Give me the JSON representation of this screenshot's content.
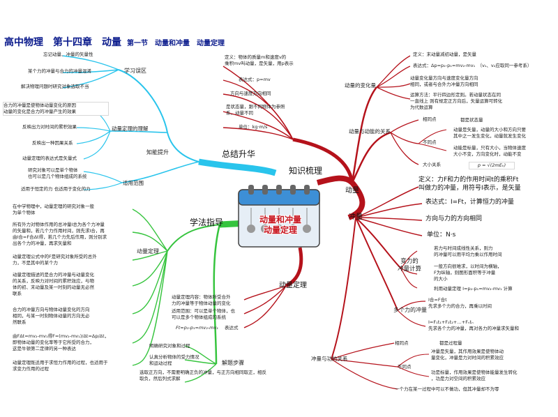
{
  "title": {
    "main": "高中物理　第十四章　动量",
    "sub": "第一节　动量和冲量　动量定理"
  },
  "center": {
    "line1": "动量和冲量",
    "line2": "动量定理"
  },
  "hubs": {
    "summary": "总结升华",
    "knowledge": "知识梳理",
    "method": "学法指导",
    "momentum": "动量",
    "impulse": "冲量",
    "theorem": "动量定理"
  },
  "summary": {
    "study": {
      "label": "学习误区",
      "items": [
        "忘记动量、冲量的矢量性",
        "某个力的冲量与合力的冲量混淆",
        "解决物理问题时研究对象选取不当"
      ]
    },
    "ability": {
      "label": "知能提升"
    },
    "understanding": {
      "label": "动量定理的理解",
      "items": [
        "合力的冲量是使物体动量变化的原因\n动量的变化是合力的冲量产生的效果",
        "反映出力对时间的累积效果",
        "反映出一种因果关系",
        "动量定理的表达式是矢量式"
      ]
    },
    "scope": {
      "label": "适用范围",
      "items": [
        "研究对象可以是单个物体\n也可以是几个物体组成的系统",
        "适用于恒定的力 也适用于变化的力"
      ]
    }
  },
  "momentum": {
    "def": "定义：物体的质量m和速度v的\n乘积mv叫动量，是矢量，用p表示",
    "expr": "表达式：p=mv",
    "dir": "方向与速度方向相同",
    "state": "是状态量，跟不同物体为参照\n系，动量不同",
    "unit": "单位：kg·m/s",
    "change": {
      "label": "动量的变化量",
      "def": "定义：末动量减初动量，是矢量",
      "expr": "表达式：Δp=p₂-p₁=mv₂-mv₁　（v₁、v₂应取同一参考系）",
      "dir": "动量变化量方向与速度变化量方向\n相同，或者与合外力冲量方向相同",
      "rule": "运算方法：平行四边形定则。若动量状态在同\n一直线上 则有规定正方向后，矢量运算可转化\n为代数运算"
    },
    "relation": {
      "label": "动量与动能的关系",
      "same": "相同点",
      "same_item": "都是状态量",
      "diff": "不同点",
      "diff_items": [
        "动量是矢量，动量的大小和方向只要\n其中之一发生变化，动量就发生变化",
        "动能是标量，只有大小，当物体速度\n大小不变，方向变化时，动能不变"
      ],
      "size": "大小关系",
      "formula": "p = √(2mEₖ)"
    }
  },
  "impulse": {
    "def": "定义：力F和力的作用时间t的乘积Ft\n叫做力的冲量，用符号I表示，是矢量",
    "expr": "表达式：I=Ft，计算恒力的冲量",
    "dir": "方向与力的方向相同",
    "unit": "单位：N·s",
    "calc": {
      "label": "变力的\n冲量计算",
      "items": [
        "若力与时间成线性关系，则力\n的冲量可以用平均力乘以作用时间",
        "一般方向很难求，以时间为横轴，\nF为纵轴，则图形面积等于冲量\n的大小",
        "利用动量定理 I=p₂-p₁=mv₂-mv₁ 计算"
      ]
    },
    "multi": {
      "label": "多个力的冲量",
      "items": [
        "I合=F合t\n先求多个力的合力，再乘以时间",
        "I=F₁t₁+F₂t₂+…+Fₙtₙ\n先求各个力的冲量，再对各力的冲量求矢量和"
      ]
    },
    "work": {
      "label": "冲量与功的关系",
      "same": "相同点",
      "same_item": "都是过程量",
      "diff": "不同点",
      "diff_items": [
        "冲量是矢量，其作用效果是使物体动\n量变化，冲量是力对时间的积累效应",
        "功是标量，作用效果是使物体能量发生转化\n，功是力对空间的积累效应"
      ],
      "note": "一个力在某一过程中可以不做功，但其冲量却不为零"
    }
  },
  "method": {
    "theorem": {
      "label": "动量定理",
      "items": [
        "在中学物理中，动量定理的研究对象一般\n为单个物体",
        "所有外力对物体作用的总冲量I总为各个力冲量\n的矢量和，若几个力作用时间，则先求I合，再\n由I合=F合Δt得，若几个力先后作用，则分别求\n出各个力的冲量，再求矢量和",
        "动量定理公式中的F是研究对象所受的总外\n力，不是其中的某个力",
        "动量定理描述的是合力的冲量与动量变化\n的关系，反映力对时间的累积效应，与物\n体的初、末动量及某一时刻的动量无必然\n联系",
        "合力的冲量方向与物体动量变化的方向\n相同，与某一时刻物体动量的方向无必\n然联系",
        "由FΔt=mv₂-mv₁得F=(mv₂-mv₁)/Δt=Δp/Δt，\n即物体动量的变化率等于它所受的合力，\n这是牛顿第二定律的另一种表达",
        "动量定理既适用于求恒力作用的过程，也适用于\n求变力作用的过程"
      ]
    },
    "steps": {
      "label": "解题步骤",
      "items": [
        "明确研究对象和过程",
        "认真分析物体的受力情况\n和运动过程",
        "选取正方向，不需要明确正负的冲量，与正方向相同取正，相反\n取负，然后列式求解"
      ]
    }
  },
  "theorem": {
    "content": "动量定理内容：物体所受合外\n力的冲量等于物体动量的变化",
    "scope": "适用范围：可以是单个物体，也\n可以是多个物体组成的系统",
    "formula": "Ft=p₂-p₁=mv₂-mv₁",
    "formula_label": "表达式"
  },
  "colors": {
    "cyan": "#29c4ec",
    "green": "#36c43e",
    "red": "#b5121b",
    "navy": "#0a1a8c"
  }
}
